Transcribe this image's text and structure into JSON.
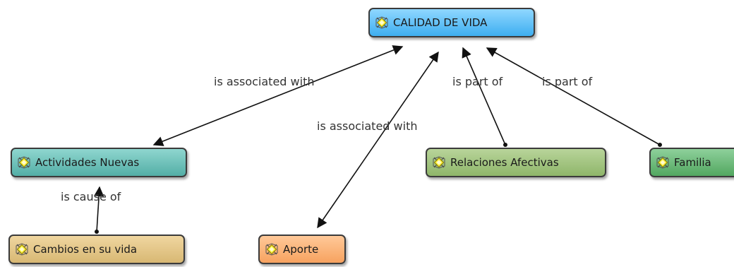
{
  "concepts": {
    "calidad": "CALIDAD DE VIDA",
    "actividades": "Actividades Nuevas",
    "relaciones": "Relaciones Afectivas",
    "familia": "Familia",
    "cambios": "Cambios en su vida",
    "aporte": "Aporte"
  },
  "links": {
    "associated_1": "is associated with",
    "associated_2": "is associated with",
    "part_of_1": "is part of",
    "part_of_2": "is part of",
    "cause_of": "is cause of"
  },
  "icon": "concept-diamond-icon"
}
